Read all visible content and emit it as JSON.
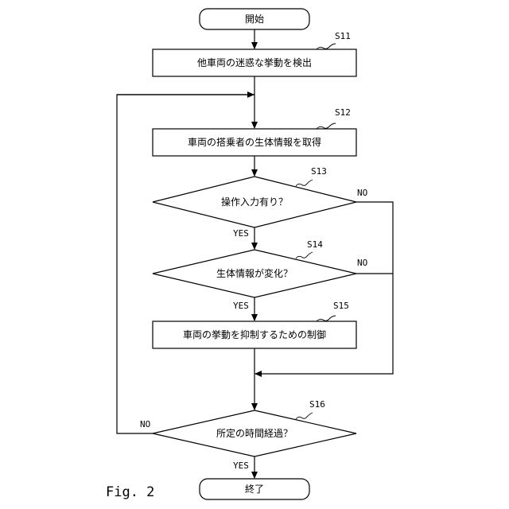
{
  "nodes": {
    "start": "開始",
    "s11": "他車両の迷惑な挙動を検出",
    "s12": "車両の搭乗者の生体情報を取得",
    "s13": "操作入力有り？",
    "s14": "生体情報が変化？",
    "s15": "車両の挙動を抑制するための制御",
    "s16": "所定の時間経過？",
    "end": "終了"
  },
  "step_labels": {
    "s11": "S11",
    "s12": "S12",
    "s13": "S13",
    "s14": "S14",
    "s15": "S15",
    "s16": "S16"
  },
  "branches": {
    "s13_yes": "YES",
    "s13_no": "NO",
    "s14_yes": "YES",
    "s14_no": "NO",
    "s16_yes": "YES",
    "s16_no": "NO"
  },
  "figure_label": "Fig. 2"
}
